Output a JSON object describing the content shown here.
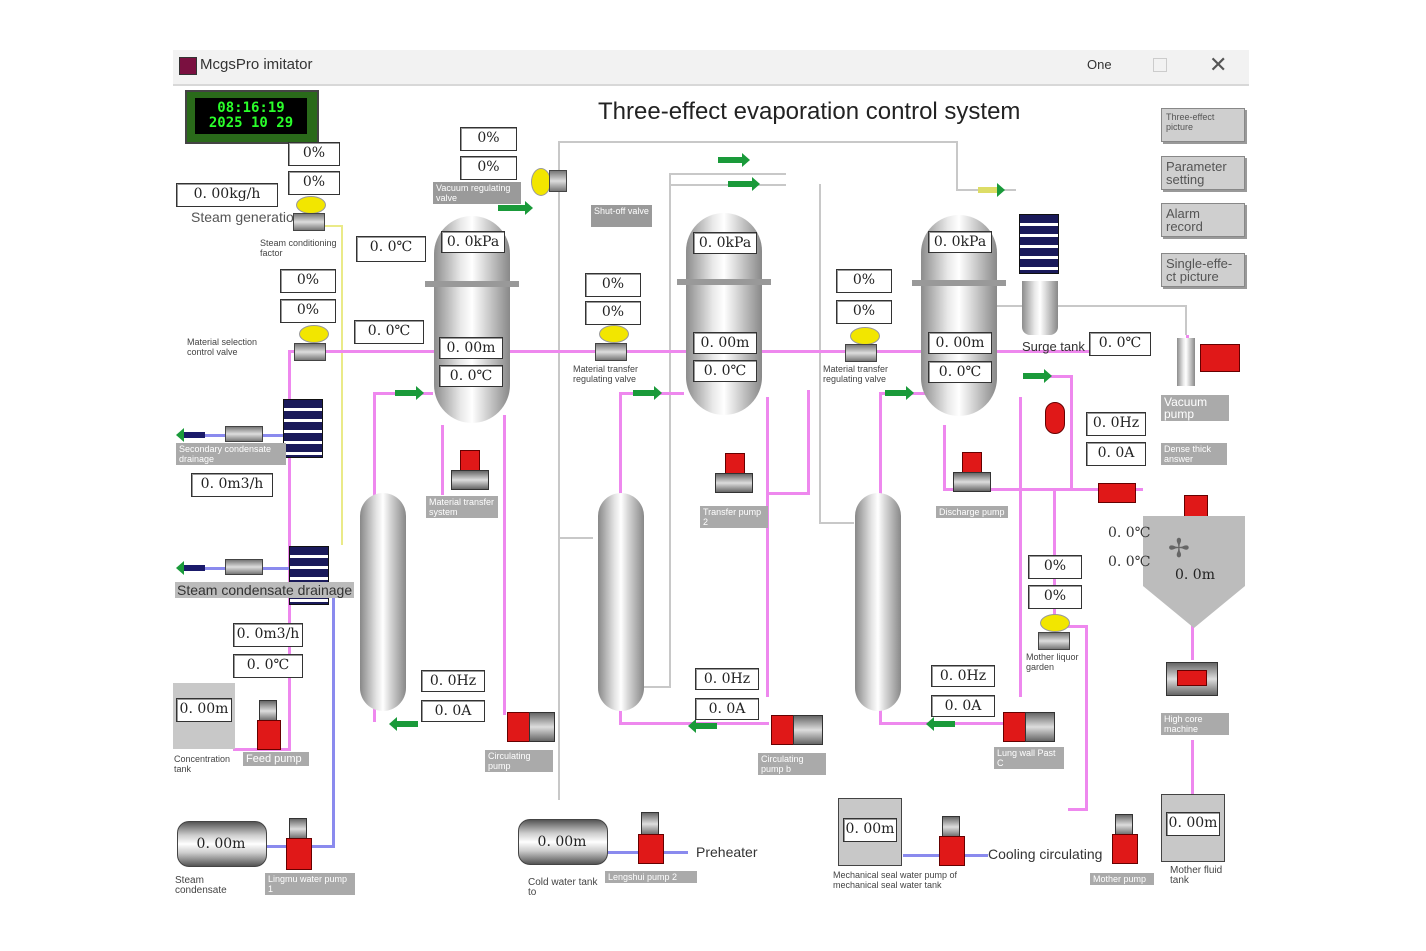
{
  "window": {
    "title": "McgsPro imitator",
    "one_label": "One",
    "close_glyph": "✕"
  },
  "clock": {
    "time": "08:16:19",
    "date": "2025 10 29"
  },
  "main_title": "Three-effect evaporation control system",
  "nav": {
    "three_effect": "Three-effect picture",
    "parameter": "Parameter setting",
    "alarm": "Alarm record",
    "single_effect": "Single-effe-ct picture"
  },
  "steam": {
    "flow": "0. 00kg/h",
    "label": "Steam generation",
    "cond_factor": "Steam conditioning factor",
    "pct1": "0%",
    "pct2": "0%",
    "temp": "0. 0℃"
  },
  "vacuum_valve": {
    "pct1": "0%",
    "pct2": "0%",
    "label": "Vacuum regulating valve"
  },
  "shutoff_label": "Shut-off valve",
  "material_select": {
    "pct1": "0%",
    "pct2": "0%",
    "label": "Material selection control valve",
    "temp": "0. 0℃"
  },
  "effect1": {
    "pressure": "0. 0kPa",
    "level": "0. 00m",
    "temp": "0. 0℃",
    "freq": "0. 0Hz",
    "current": "0. 0A",
    "transfer_label": "Material transfer system",
    "circ_label": "Circulating pump"
  },
  "effect2": {
    "pressure": "0. 0kPa",
    "level": "0. 00m",
    "temp": "0. 0℃",
    "freq": "0. 0Hz",
    "current": "0. 0A",
    "valve_pct1": "0%",
    "valve_pct2": "0%",
    "valve_label": "Material transfer regulating valve",
    "transfer_label": "Transfer pump 2",
    "circ_label": "Circulating pump b"
  },
  "effect3": {
    "pressure": "0. 0kPa",
    "level": "0. 00m",
    "temp": "0. 0℃",
    "freq": "0. 0Hz",
    "current": "0. 0A",
    "valve_pct1": "0%",
    "valve_pct2": "0%",
    "valve_label": "Material transfer regulating valve",
    "discharge_label": "Discharge pump",
    "circ_label": "Lung wall Past C"
  },
  "surge": {
    "label": "Surge tank",
    "temp": "0. 0℃"
  },
  "vacuum_pump": {
    "label": "Vacuum pump",
    "freq": "0. 0Hz",
    "current": "0. 0A"
  },
  "dense_label": "Dense thick answer",
  "crystallizer": {
    "temp1": "0. 0℃",
    "temp2": "0. 0℃",
    "level": "0. 0m"
  },
  "mother_liquor": {
    "pct1": "0%",
    "pct2": "0%",
    "label": "Mother liquor garden"
  },
  "centrifuge_label": "High core machine",
  "secondary": {
    "label": "Secondary condensate drainage",
    "flow": "0. 0m3/h"
  },
  "steam_cond": {
    "label": "Steam condensate drainage",
    "flow": "0. 0m3/h",
    "temp": "0. 0℃"
  },
  "concentration": {
    "level": "0. 00m",
    "label": "Concentration tank",
    "pump_label": "Feed pump"
  },
  "steam_condensate_tank": {
    "level": "0. 00m",
    "label": "Steam condensate",
    "pump_label": "Lingmu water pump 1"
  },
  "cold_water": {
    "level": "0. 00m",
    "label": "Cold water tank to",
    "pump_label": "Lengshui pump 2",
    "preheater": "Preheater"
  },
  "mech_seal": {
    "level": "0. 00m",
    "label": "Mechanical seal water pump of mechanical seal water tank",
    "cooling": "Cooling circulating"
  },
  "mother_fluid": {
    "level": "0. 00m",
    "label": "Mother fluid tank",
    "pump_label": "Mother pump"
  }
}
